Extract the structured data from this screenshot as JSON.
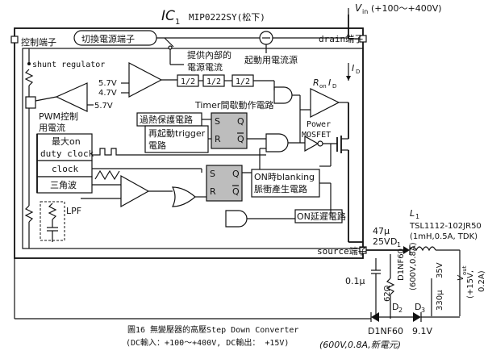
{
  "ic_label": {
    "name": "IC",
    "sub": "1",
    "part": "MIP0222SY(松下)"
  },
  "vin_label": "V",
  "vin_sub": "in",
  "vin_value": "(+100～+400V)",
  "terminals": {
    "control": "控制端子",
    "drain": "drain端子",
    "source": "source端子"
  },
  "blocks": {
    "switch_source": "切換電源端子",
    "internal_supply_1": "提供內部的",
    "internal_supply_2": "電源電流",
    "start_current": "起動用電流源",
    "shunt": "shunt regulator",
    "v57a": "5.7V",
    "v47": "4.7V",
    "v57b": "5.7V",
    "div1": "1/2",
    "div2": "1/2",
    "div3": "1/2",
    "timer": "Timer間歇動作電路",
    "pwm_1": "PWM控制",
    "pwm_2": "用電流",
    "maxon_1": "最大on",
    "maxon_2": "duty clock",
    "clock": "clock",
    "triangle": "三角波",
    "thermal": "過熱保護電路",
    "restart_1": "再起動trigger",
    "restart_2": "電路",
    "s1": "S",
    "r1": "R",
    "q1": "Q",
    "qb1": "Q",
    "s2": "S",
    "r2": "R",
    "q2": "Q",
    "qb2": "Q",
    "lpf": "LPF",
    "blank_1": "ON時blanking",
    "blank_2": "脈衝產生電路",
    "ondelay": "ON延遲電路",
    "power_1": "Power",
    "power_2": "MOSFET",
    "ron_id": "R",
    "ron_sub": "on",
    "id_mult": "I",
    "id_sub": "D",
    "id_label": "I",
    "id_label_sub": "D"
  },
  "external": {
    "c1_a": "47μ",
    "c1_b": "25V",
    "d1": "D",
    "d1_sub": "1",
    "l1": "L",
    "l1_sub": "1",
    "l1_part": "TSL1112-102JR50",
    "l1_spec": "(1mH,0.5A, TDK)",
    "c2": "0.1μ",
    "r1": "62Ω",
    "d1_part": "D1NF60",
    "d1_spec": "(600V,0.8A)",
    "c3": "330μ",
    "c3_v": "35V",
    "vout": "V",
    "vout_sub": "out",
    "vout_val_1": "(+15V,",
    "vout_val_2": "0.2A)",
    "d2": "D",
    "d2_sub": "2",
    "d3": "D",
    "d3_sub": "3",
    "d3_v": "9.1V",
    "d2_part": "D1NF60",
    "d2_spec": "(600V,0.8A,新電元)"
  },
  "caption": {
    "line1": "圖16 無變壓器的高壓Step Down Converter",
    "line2": "(DC輸入：+100～+400V, DC輸出： +15V)"
  }
}
